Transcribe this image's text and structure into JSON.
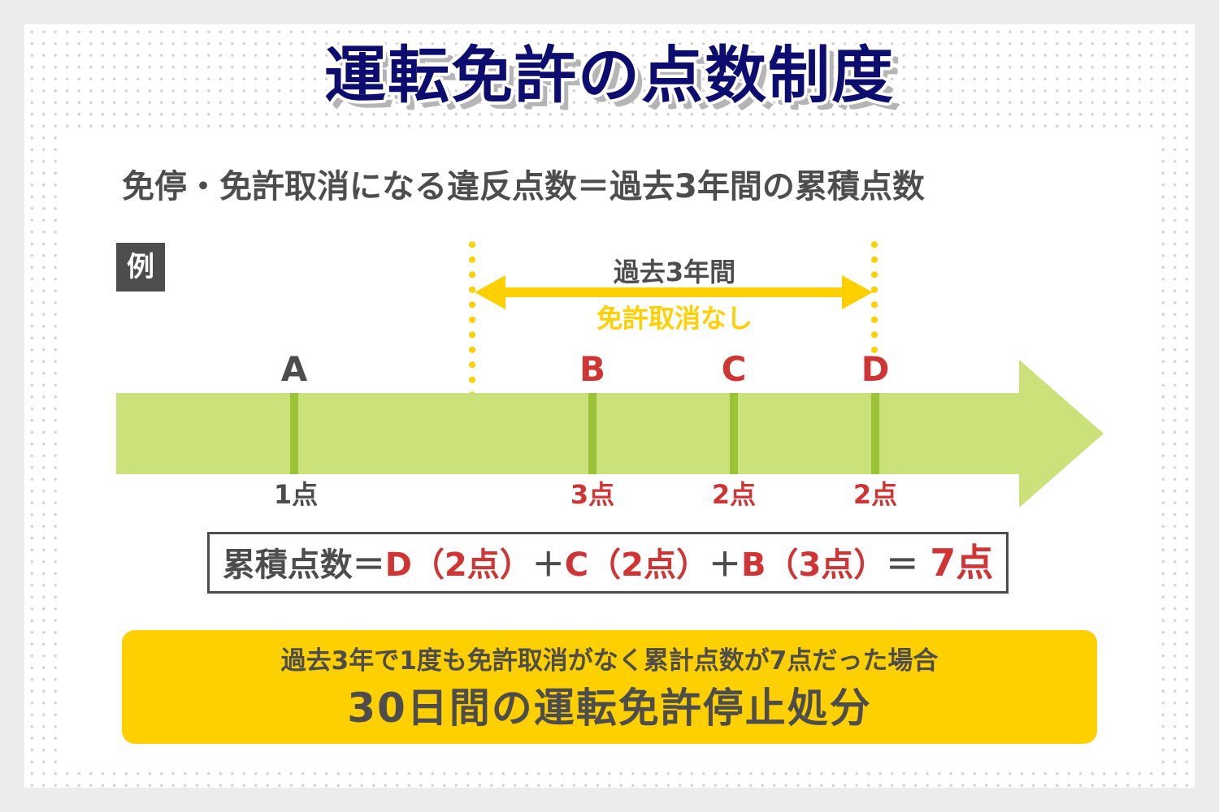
{
  "title": "運転免許の点数制度",
  "subtitle": {
    "prefix": "免停・免許取消になる違反点数＝",
    "highlight": "過去3年間の累積点数"
  },
  "example_badge": "例",
  "range": {
    "label_top": "過去3年間",
    "label_bottom": "免許取消なし"
  },
  "timeline": {
    "points": [
      {
        "label": "A",
        "score": "1点",
        "counted": false
      },
      {
        "label": "B",
        "score": "3点",
        "counted": true
      },
      {
        "label": "C",
        "score": "2点",
        "counted": true
      },
      {
        "label": "D",
        "score": "2点",
        "counted": true
      }
    ]
  },
  "formula": {
    "lhs": "累積点数＝",
    "d": "D（2点）",
    "plus1": "＋",
    "c": "C（2点）",
    "plus2": "＋",
    "b": "B（3点）",
    "eq": "＝ ",
    "total": "7点"
  },
  "result": {
    "condition": "過去3年で1度も免許取消がなく累計点数が7点だった場合",
    "penalty": "30日間の運転免許停止処分"
  },
  "colors": {
    "title": "#0c0d6e",
    "text": "#4d4d4d",
    "accent_red": "#cf3535",
    "accent_yellow": "#ffd000",
    "timeline_bar": "#cbe17a",
    "timeline_tick": "#9ac436"
  }
}
